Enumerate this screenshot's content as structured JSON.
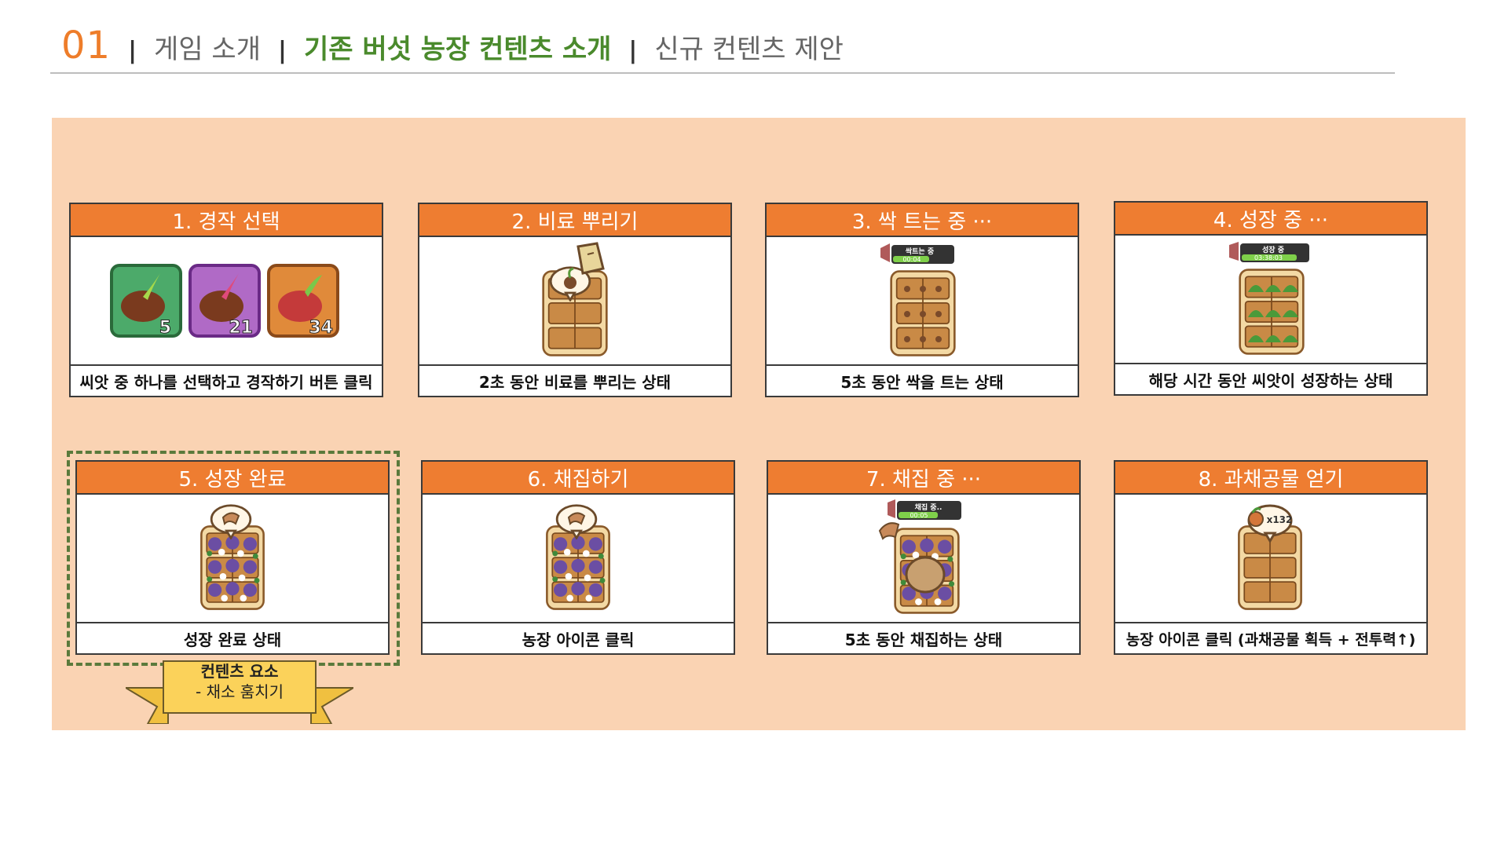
{
  "header": {
    "number": "01",
    "items": [
      "게임 소개",
      "기존 버섯 농장 컨텐츠 소개",
      "신규 컨텐츠 제안"
    ],
    "active_index": 1
  },
  "steps": [
    {
      "title": "1. 경작 선택",
      "caption": "씨앗 중 하나를 선택하고 경작하기 버튼 클릭",
      "image": "seed-selection-icons",
      "seed_counts": [
        "5",
        "21",
        "34"
      ]
    },
    {
      "title": "2. 비료 뿌리기",
      "caption": "2초 동안 비료를 뿌리는 상태",
      "image": "fertilizing-farm-plot"
    },
    {
      "title": "3. 싹 트는 중 ···",
      "caption": "5초 동안 싹을 트는 상태",
      "image": "sprouting-farm-plot",
      "status_label": "싹트는 중",
      "timer": "00:04"
    },
    {
      "title": "4. 성장 중 ···",
      "caption": "해당 시간 동안 씨앗이 성장하는 상태",
      "image": "growing-farm-plot",
      "status_label": "성장 중",
      "timer": "03:38:03"
    },
    {
      "title": "5. 성장 완료",
      "caption": "성장 완료 상태",
      "image": "grown-farm-plot"
    },
    {
      "title": "6. 채집하기",
      "caption": "농장 아이콘 클릭",
      "image": "harvest-ready-farm-plot"
    },
    {
      "title": "7. 채집 중 ···",
      "caption": "5초 동안 채집하는 상태",
      "image": "harvesting-farm-plot",
      "status_label": "채집 중..",
      "timer": "00:05"
    },
    {
      "title": "8. 과채공물 얻기",
      "caption": "농장 아이콘 클릭 (과채공물 획득 + 전투력↑)",
      "image": "harvest-reward-farm-plot",
      "reward": "x132"
    }
  ],
  "ribbon": {
    "title": "컨텐츠 요소",
    "subtitle": "- 채소 훔치기"
  },
  "colors": {
    "accent_orange": "#ee7d31",
    "active_green": "#4a8a2c",
    "panel_bg": "#fad3b3",
    "dashed_green": "#5a7a3c",
    "ribbon_yellow": "#fbd25a"
  }
}
